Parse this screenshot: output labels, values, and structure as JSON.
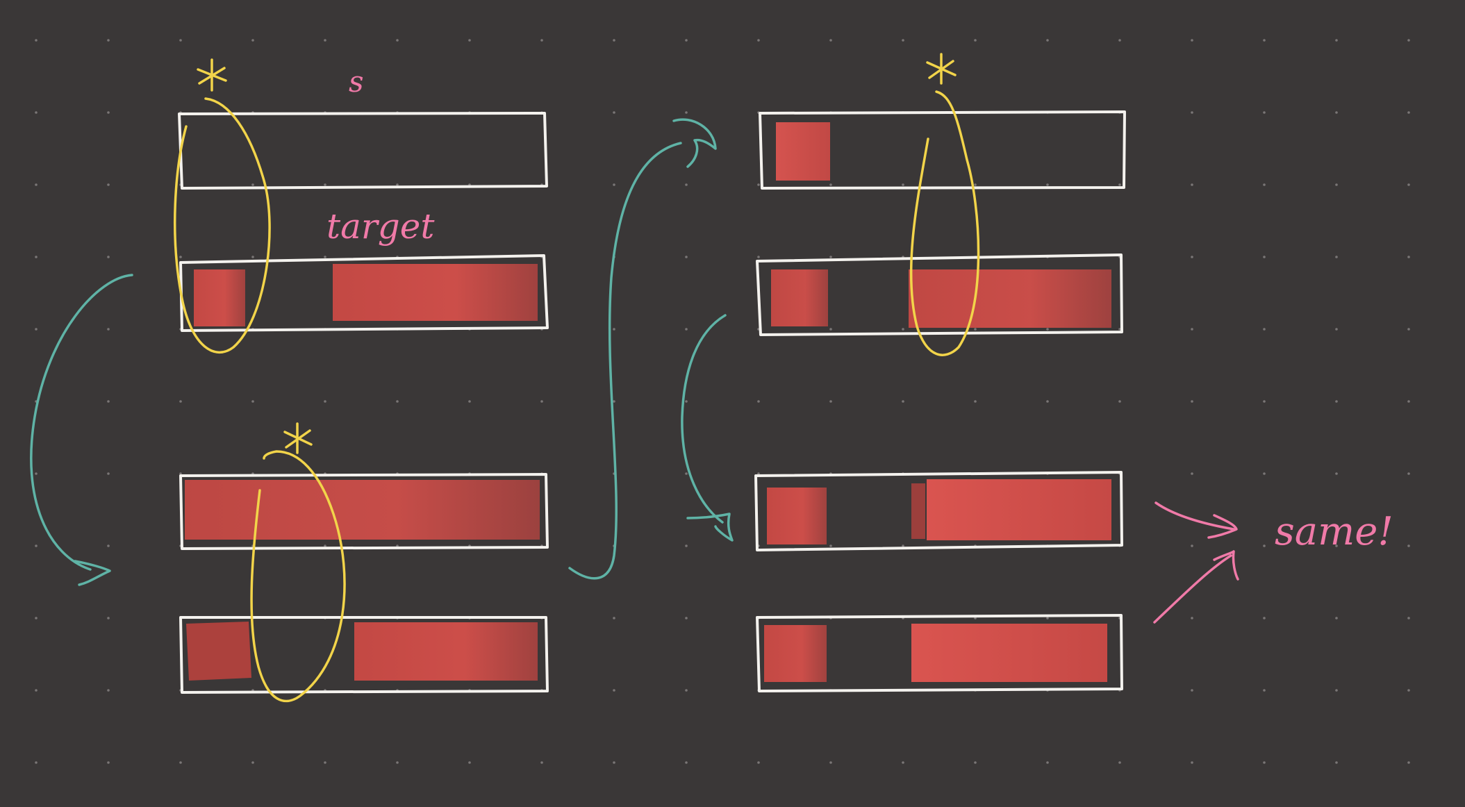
{
  "labels": {
    "s": "s",
    "target": "target",
    "same": "same!"
  },
  "colors": {
    "background": "#3a3737",
    "grid_dot": "#7a7676",
    "box_outline": "#f4f2ee",
    "fill": "#c9443f",
    "fill_light": "#de5550",
    "highlight": "#f2d44a",
    "arrow": "#5fb3a6",
    "annotation": "#f07aa8"
  },
  "icons": {
    "marker": "asterisk-icon"
  }
}
